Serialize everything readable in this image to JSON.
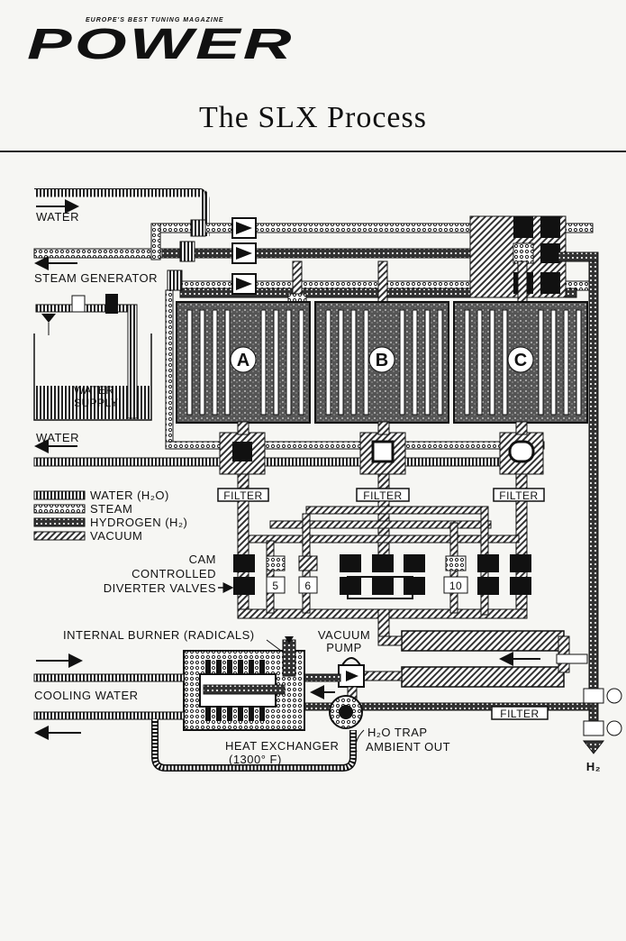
{
  "header": {
    "tagline": "EUROPE'S BEST TUNING MAGAZINE",
    "brand": "POWER"
  },
  "title": "The SLX Process",
  "diagram": {
    "labels": {
      "water_top": "WATER",
      "steam_generator": "STEAM GENERATOR",
      "water_supply_1": "WATER",
      "water_supply_2": "SUPPLY",
      "water_mid": "WATER",
      "filter": "FILTER",
      "cam_1": "CAM",
      "cam_2": "CONTROLLED",
      "cam_3": "DIVERTER VALVES",
      "internal_burner": "INTERNAL BURNER (RADICALS)",
      "vacuum_1": "VACUUM",
      "vacuum_2": "PUMP",
      "cooling_water": "COOLING WATER",
      "heat_exchanger_1": "HEAT EXCHANGER",
      "heat_exchanger_2": "(1300° F)",
      "h2o_trap": "H₂O TRAP",
      "ambient_out": "AMBIENT OUT",
      "h2_out": "H₂"
    },
    "chambers": [
      "A",
      "B",
      "C"
    ],
    "valve_numbers": [
      "5",
      "6",
      "10"
    ],
    "legend": [
      {
        "label": "WATER (H₂O)",
        "pattern": "water"
      },
      {
        "label": "STEAM",
        "pattern": "steam"
      },
      {
        "label": "HYDROGEN (H₂)",
        "pattern": "hydrogen"
      },
      {
        "label": "VACUUM",
        "pattern": "vacuum"
      }
    ]
  }
}
